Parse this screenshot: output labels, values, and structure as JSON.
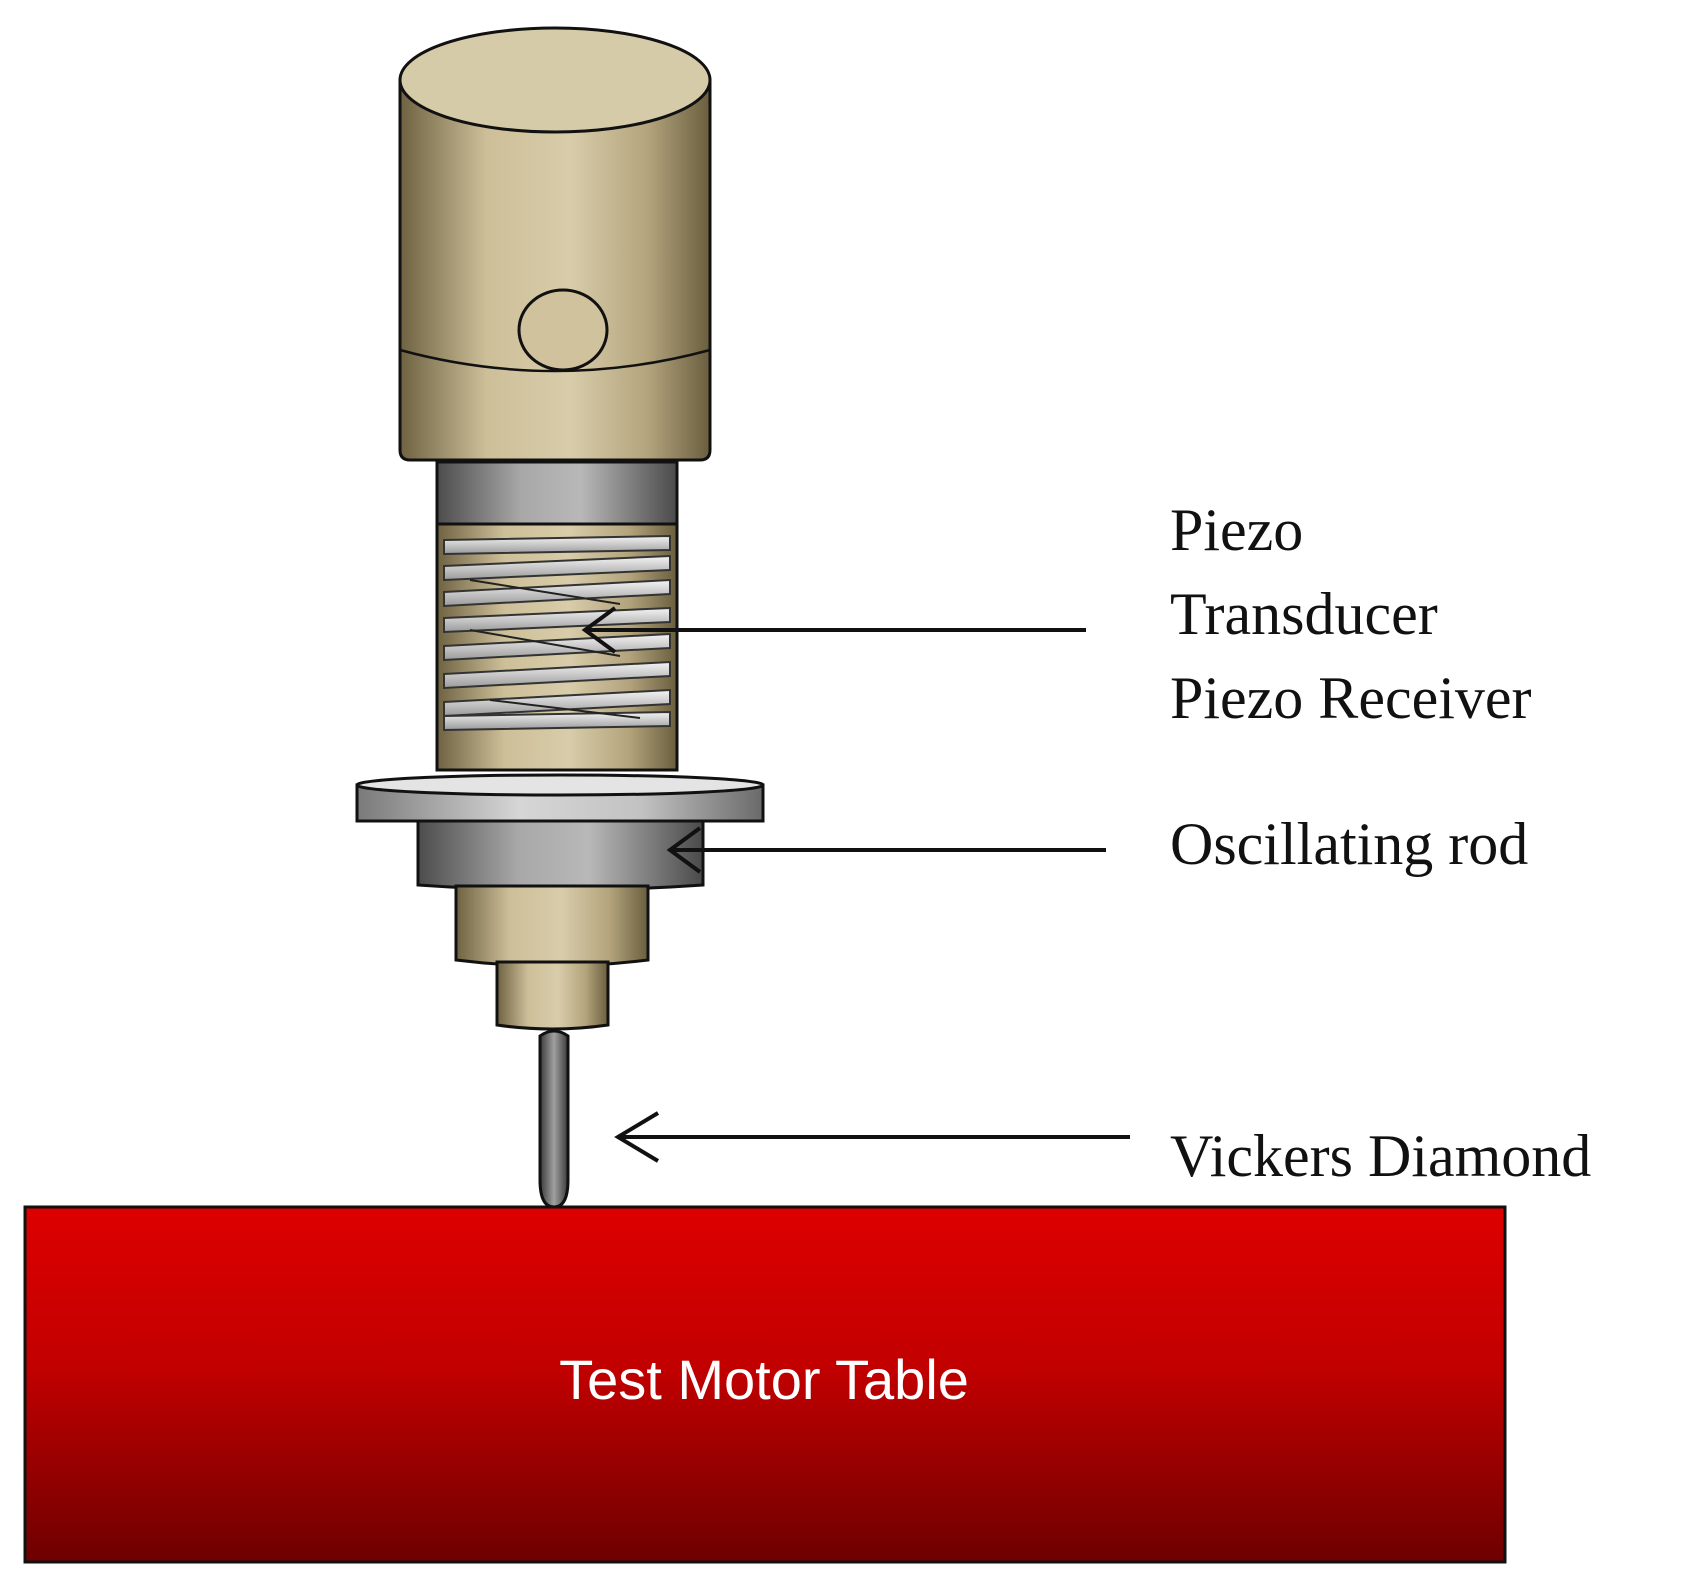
{
  "labels": {
    "piezo_line1": "Piezo",
    "piezo_line2": "Transducer",
    "piezo_line3": "Piezo Receiver",
    "oscillating_rod": "Oscillating rod",
    "vickers_diamond": "Vickers Diamond",
    "test_motor_table": "Test Motor Table"
  },
  "colors": {
    "housing_tan": "#d8ccaa",
    "housing_shadow": "#7a6e4c",
    "metal_gray": "#9a9a9a",
    "table_red": "#d60000",
    "table_dark": "#6e0000",
    "outline": "#111111"
  }
}
